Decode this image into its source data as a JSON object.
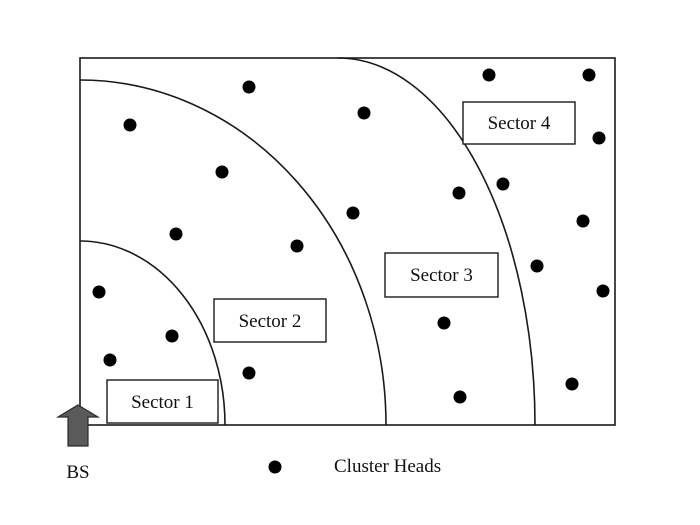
{
  "sectors": [
    {
      "label": "Sector 1"
    },
    {
      "label": "Sector 2"
    },
    {
      "label": "Sector 3"
    },
    {
      "label": "Sector 4"
    }
  ],
  "base_station": {
    "label": "BS",
    "icon": "up-arrow-icon"
  },
  "legend": {
    "label": "Cluster Heads",
    "icon": "cluster-head-dot-icon"
  },
  "colors": {
    "line": "#1a1a1a",
    "dot": "#000000",
    "arrow": "#555555"
  }
}
